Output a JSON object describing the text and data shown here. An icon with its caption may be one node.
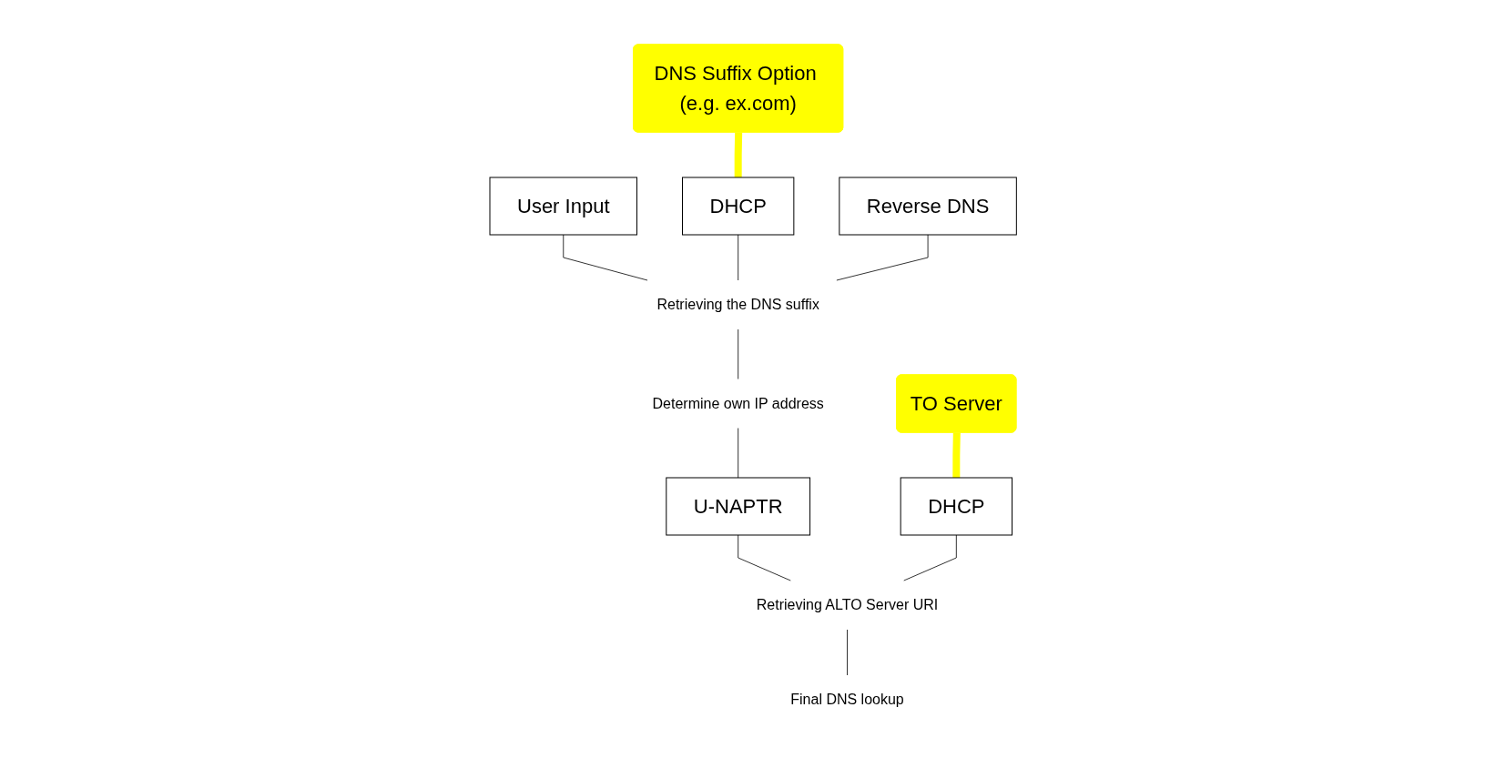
{
  "diagram": {
    "nodes": [
      {
        "text": [
          "DHCP"
        ]
      },
      {
        "text": [
          "User Input"
        ]
      },
      {
        "text": [
          "DHCP"
        ]
      },
      {
        "text": [
          "Reverse DNS"
        ]
      },
      {
        "text": [
          "Retrieving the DNS suffix"
        ]
      },
      {
        "text": [
          "Determine own IP address"
        ]
      },
      {
        "text": [
          "U-NAPTR"
        ]
      },
      {
        "text": [
          "Retrieving ALTO Server URI"
        ]
      },
      {
        "text": [
          "Final DNS lookup"
        ]
      },
      {
        "text": [
          "TO Server"
        ]
      },
      {
        "text": [
          "DNS Suffix Option (e.g. ex.com)"
        ]
      }
    ],
    "edges": [
      {
        "from": 1,
        "to": 4,
        "arrow": "none"
      },
      {
        "from": 2,
        "to": 4,
        "arrow": "none"
      },
      {
        "from": 3,
        "to": 4,
        "arrow": "none"
      },
      {
        "from": 4,
        "to": 5,
        "arrow": "none"
      },
      {
        "from": 5,
        "to": 6,
        "arrow": "none"
      },
      {
        "from": 6,
        "to": 7,
        "arrow": "none"
      },
      {
        "from": 0,
        "to": 7,
        "arrow": "none"
      },
      {
        "from": 7,
        "to": 8,
        "arrow": "none"
      },
      {
        "from": 9,
        "to": 0,
        "arrow": "none",
        "style": "thick",
        "color": "#ffff00"
      },
      {
        "from": 10,
        "to": 2,
        "arrow": "none",
        "style": "thick",
        "color": "#ffff00"
      }
    ]
  }
}
